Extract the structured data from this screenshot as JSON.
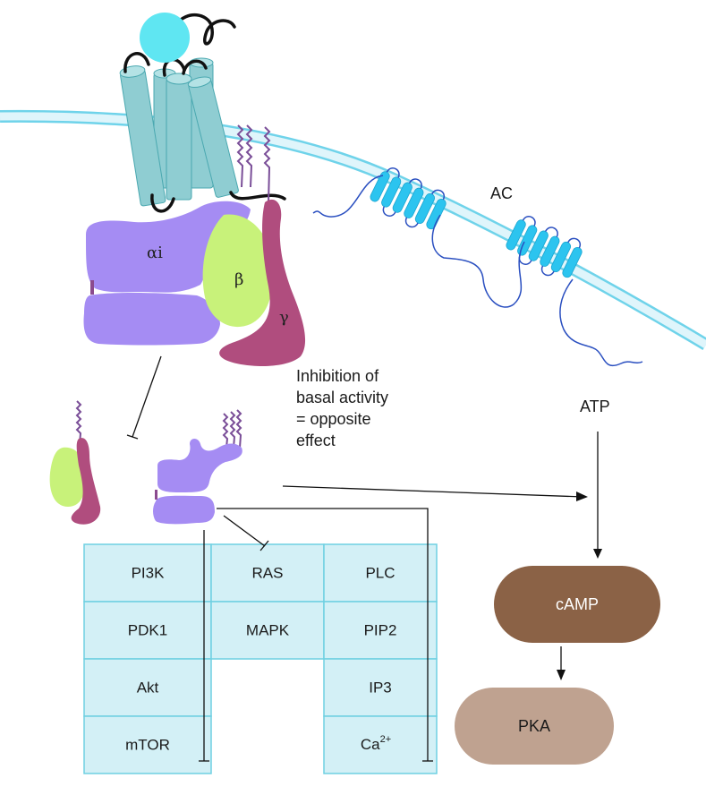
{
  "labels": {
    "ac": "AC",
    "alpha_i": "αi",
    "beta": "β",
    "gamma": "γ",
    "inhibition_line1": "Inhibition of",
    "inhibition_line2": "basal activity",
    "inhibition_line3": "= opposite",
    "inhibition_line4": "effect",
    "atp": "ATP",
    "camp": "cAMP",
    "pka": "PKA"
  },
  "pathways": {
    "pi3k": [
      "PI3K",
      "PDK1",
      "Akt",
      "mTOR"
    ],
    "ras": [
      "RAS",
      "MAPK"
    ],
    "plc": [
      "PLC",
      "PIP2",
      "IP3",
      "Ca"
    ],
    "ca_superscript": "2+"
  },
  "colors": {
    "membrane": "#c4ecf7",
    "receptor": "#8fcdd2",
    "ligand": "#5fe6f2",
    "g_alpha": "#a58cf3",
    "g_beta": "#c8f27a",
    "g_gamma": "#b04d7e",
    "adenylyl_cyclase": "#2cc4ef",
    "pathway_cell": "#d3f0f6",
    "camp": "#8b6246",
    "pka": "#bfa290"
  }
}
